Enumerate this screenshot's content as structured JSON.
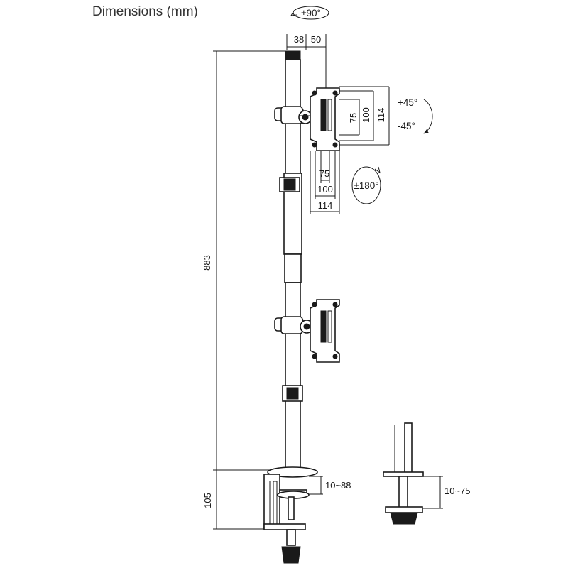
{
  "title": "Dimensions (mm)",
  "rotation": {
    "swivel": "±90°",
    "tilt_up": "+45°",
    "tilt_down": "-45°",
    "rotate": "±180°"
  },
  "dimensions": {
    "arm_offset_a": "38",
    "arm_offset_b": "50",
    "vesa_h_small": "75",
    "vesa_h_large": "100",
    "plate_h": "114",
    "vesa_w_small": "75",
    "vesa_w_large": "100",
    "plate_w": "114",
    "total_height": "883",
    "clamp_height": "105",
    "clamp_range": "10~88",
    "grommet_range": "10~75"
  }
}
